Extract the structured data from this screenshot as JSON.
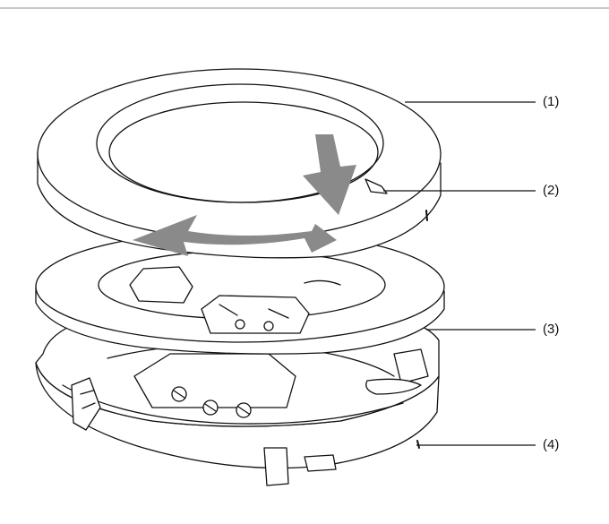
{
  "callouts": [
    {
      "id": "callout-1",
      "label": "(1)"
    },
    {
      "id": "callout-2",
      "label": "(2)"
    },
    {
      "id": "callout-3",
      "label": "(3)"
    },
    {
      "id": "callout-4",
      "label": "(4)"
    }
  ],
  "colors": {
    "line": "#111111",
    "arrow": "#8a8a8a",
    "rule": "#c8c8c8",
    "fill": "#ffffff"
  },
  "icons": [
    "push-arrow-icon",
    "rotate-arrow-icon"
  ]
}
